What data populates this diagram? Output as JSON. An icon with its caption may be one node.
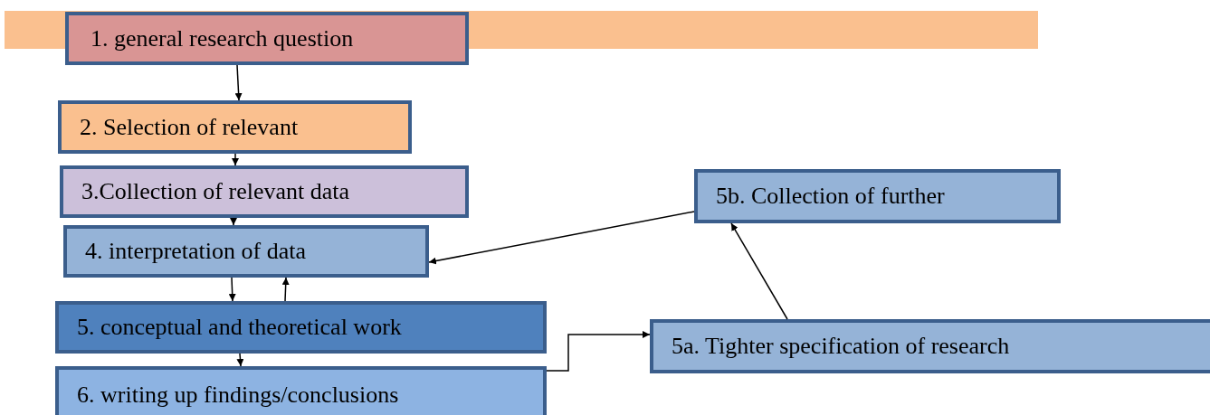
{
  "diagram": {
    "nodes": [
      {
        "text": [
          "1. general research question"
        ]
      },
      {
        "text": [
          "2. Selection of relevant"
        ]
      },
      {
        "text": [
          "3.Collection of relevant data"
        ]
      },
      {
        "text": [
          "4. interpretation of data"
        ]
      },
      {
        "text": [
          "5. conceptual and theoretical work"
        ]
      },
      {
        "text": [
          "6. writing up findings/conclusions"
        ]
      },
      {
        "text": [
          "5b. Collection of further"
        ]
      },
      {
        "text": [
          "5a. Tighter specification of research"
        ]
      }
    ],
    "edges": [
      {
        "from": 0,
        "to": 1,
        "arrow": "to"
      },
      {
        "from": 1,
        "to": 2,
        "arrow": "to"
      },
      {
        "from": 2,
        "to": 3,
        "arrow": "to"
      },
      {
        "from": 3,
        "to": 4,
        "arrow": "to"
      },
      {
        "from": 4,
        "to": 3,
        "arrow": "to"
      },
      {
        "from": 4,
        "to": 5,
        "arrow": "to"
      },
      {
        "from": 5,
        "to": 7,
        "arrow": "to"
      },
      {
        "from": 7,
        "to": 6,
        "arrow": "to"
      },
      {
        "from": 6,
        "to": 3,
        "arrow": "to"
      }
    ]
  }
}
